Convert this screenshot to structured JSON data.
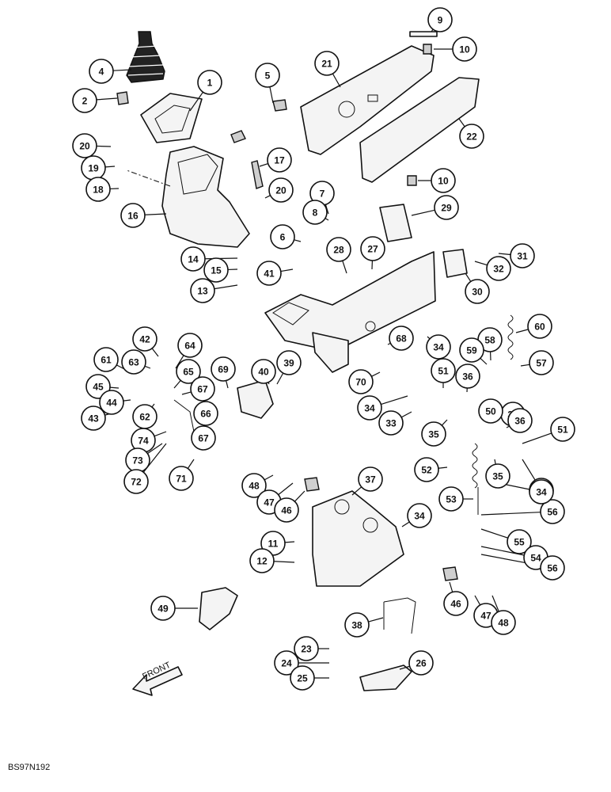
{
  "figure_code": "BS97N192",
  "front_label": "FRONT",
  "callouts": [
    {
      "n": "1"
    },
    {
      "n": "2"
    },
    {
      "n": "4"
    },
    {
      "n": "5"
    },
    {
      "n": "9"
    },
    {
      "n": "10"
    },
    {
      "n": "21"
    },
    {
      "n": "22"
    },
    {
      "n": "20"
    },
    {
      "n": "19"
    },
    {
      "n": "18"
    },
    {
      "n": "17"
    },
    {
      "n": "20"
    },
    {
      "n": "10"
    },
    {
      "n": "16"
    },
    {
      "n": "7"
    },
    {
      "n": "8"
    },
    {
      "n": "29"
    },
    {
      "n": "6"
    },
    {
      "n": "14"
    },
    {
      "n": "15"
    },
    {
      "n": "13"
    },
    {
      "n": "41"
    },
    {
      "n": "28"
    },
    {
      "n": "27"
    },
    {
      "n": "31"
    },
    {
      "n": "32"
    },
    {
      "n": "30"
    },
    {
      "n": "42"
    },
    {
      "n": "63"
    },
    {
      "n": "64"
    },
    {
      "n": "61"
    },
    {
      "n": "65"
    },
    {
      "n": "69"
    },
    {
      "n": "39"
    },
    {
      "n": "40"
    },
    {
      "n": "68"
    },
    {
      "n": "34"
    },
    {
      "n": "60"
    },
    {
      "n": "58"
    },
    {
      "n": "59"
    },
    {
      "n": "57"
    },
    {
      "n": "45"
    },
    {
      "n": "44"
    },
    {
      "n": "43"
    },
    {
      "n": "62"
    },
    {
      "n": "67"
    },
    {
      "n": "66"
    },
    {
      "n": "70"
    },
    {
      "n": "51"
    },
    {
      "n": "36"
    },
    {
      "n": "34"
    },
    {
      "n": "33"
    },
    {
      "n": "34"
    },
    {
      "n": "50"
    },
    {
      "n": "36"
    },
    {
      "n": "35"
    },
    {
      "n": "51"
    },
    {
      "n": "74"
    },
    {
      "n": "73"
    },
    {
      "n": "72"
    },
    {
      "n": "67"
    },
    {
      "n": "71"
    },
    {
      "n": "52"
    },
    {
      "n": "35"
    },
    {
      "n": "34"
    },
    {
      "n": "48"
    },
    {
      "n": "47"
    },
    {
      "n": "46"
    },
    {
      "n": "37"
    },
    {
      "n": "53"
    },
    {
      "n": "56"
    },
    {
      "n": "34"
    },
    {
      "n": "55"
    },
    {
      "n": "54"
    },
    {
      "n": "56"
    },
    {
      "n": "11"
    },
    {
      "n": "12"
    },
    {
      "n": "46"
    },
    {
      "n": "47"
    },
    {
      "n": "48"
    },
    {
      "n": "49"
    },
    {
      "n": "38"
    },
    {
      "n": "23"
    },
    {
      "n": "24"
    },
    {
      "n": "26"
    },
    {
      "n": "25"
    },
    {
      "n": "34"
    }
  ]
}
